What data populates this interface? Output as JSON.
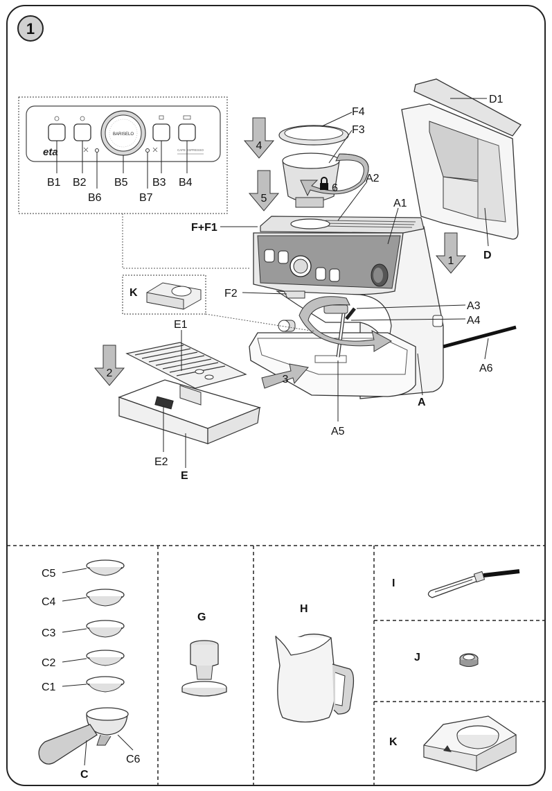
{
  "figure": {
    "number": "1",
    "brand": "eta",
    "grinder_dial_text": "BARISELO",
    "panel_text": "CAFE ESPRESSO"
  },
  "labels": {
    "A": "A",
    "A1": "A1",
    "A2": "A2",
    "A3": "A3",
    "A4": "A4",
    "A5": "A5",
    "A6": "A6",
    "B1": "B1",
    "B2": "B2",
    "B3": "B3",
    "B4": "B4",
    "B5": "B5",
    "B6": "B6",
    "B7": "B7",
    "C": "C",
    "C1": "C1",
    "C2": "C2",
    "C3": "C3",
    "C4": "C4",
    "C5": "C5",
    "C6": "C6",
    "D": "D",
    "D1": "D1",
    "E": "E",
    "E1": "E1",
    "E2": "E2",
    "F_F1": "F+F1",
    "F2": "F2",
    "F3": "F3",
    "F4": "F4",
    "G": "G",
    "H": "H",
    "I": "I",
    "J": "J",
    "K_detail": "K",
    "K_bottom": "K"
  },
  "steps": [
    "1",
    "2",
    "3",
    "4",
    "5",
    "6"
  ]
}
